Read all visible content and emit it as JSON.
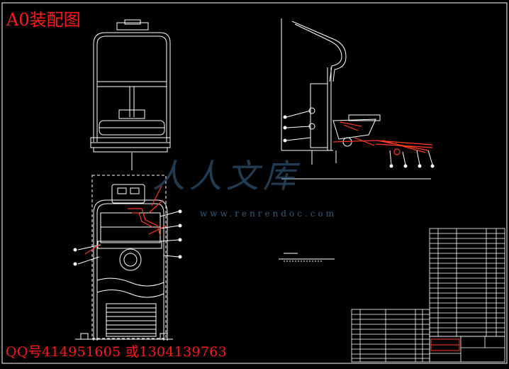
{
  "drawing": {
    "title": "A0装配图",
    "contact": "QQ号414951605 或1304139763"
  },
  "watermark": {
    "brand": "人人文库",
    "url": "www.renrendoc.com"
  },
  "colors": {
    "background": "#000000",
    "lines": "#ffffff",
    "title": "#ff1a1a",
    "watermark": "#3c6e96"
  }
}
